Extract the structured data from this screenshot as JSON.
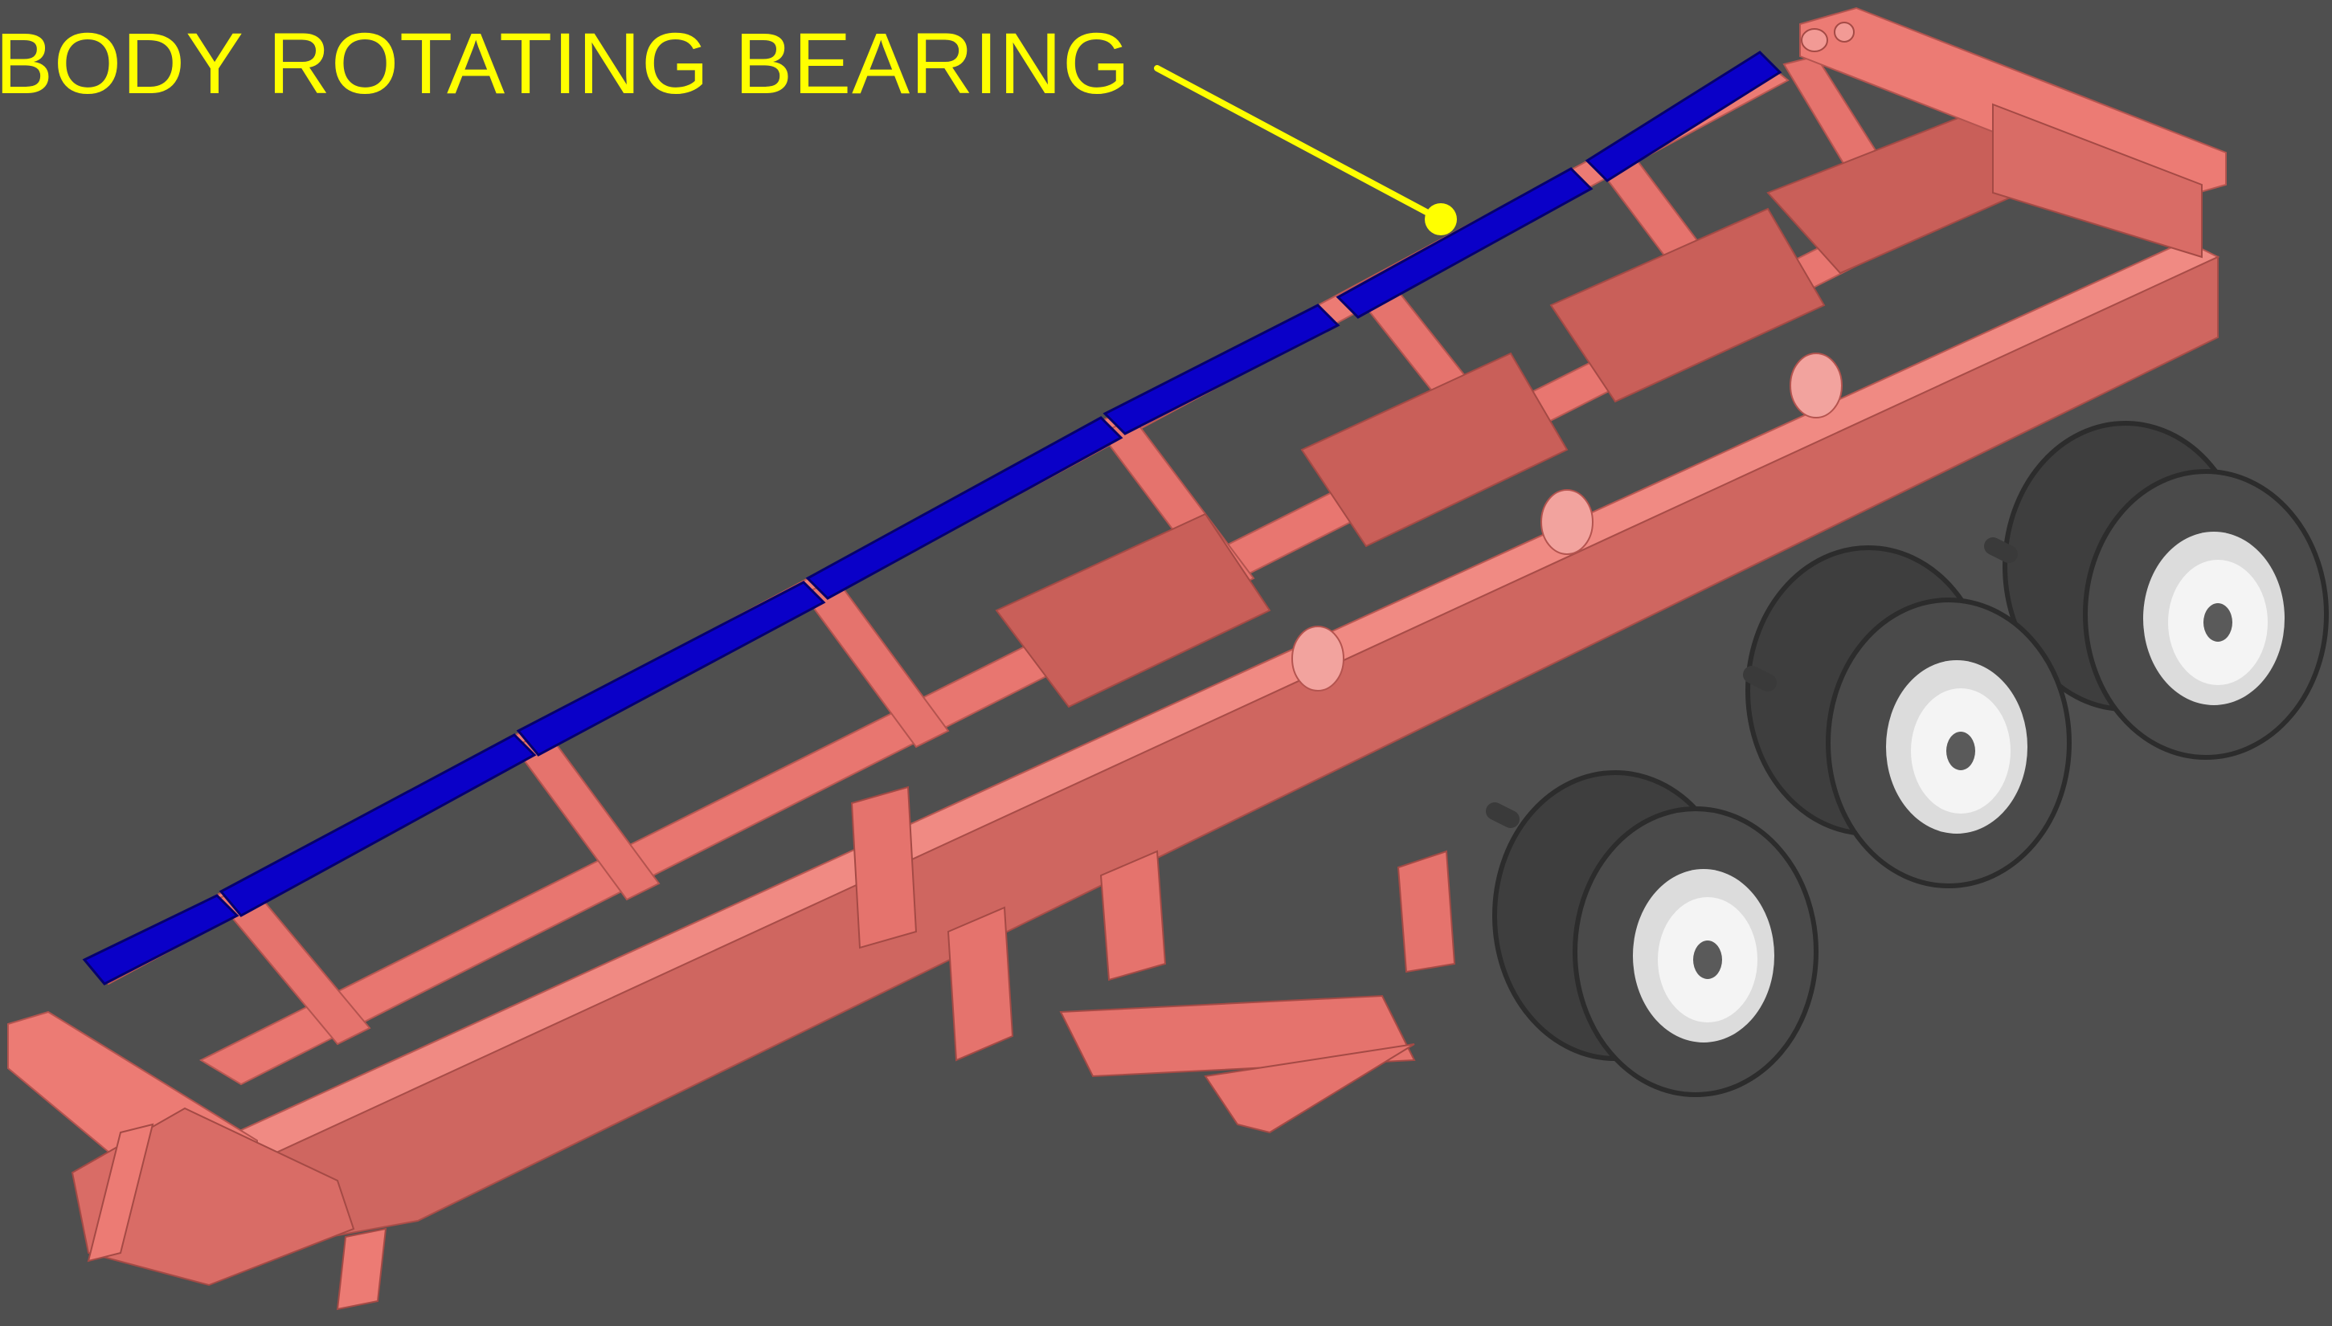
{
  "callout": {
    "label": "BODY ROTATING BEARING"
  },
  "colors": {
    "background": "#4f4f4f",
    "frame": "#ec7b74",
    "frame_shadow": "#c9625c",
    "bearing_pad": "#0a00c8",
    "callout": "#ffff00",
    "tire": "#4a4a4a",
    "rim": "#f0f0f0"
  },
  "parts": {
    "bearing_pad_count": 7,
    "axle_count": 3
  }
}
